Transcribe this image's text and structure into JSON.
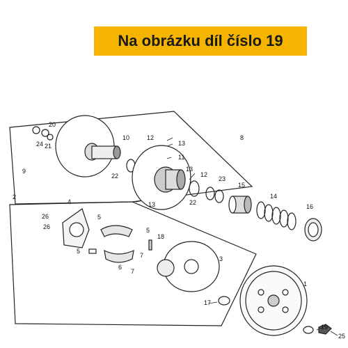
{
  "banner": {
    "text": "Na obrázku díl číslo 19",
    "background": "#f5b400"
  },
  "parts": {
    "p1": "1",
    "p2": "2",
    "p3": "3",
    "p4": "4",
    "p5a": "5",
    "p5b": "5",
    "p5c": "5",
    "p6": "6",
    "p7a": "7",
    "p7b": "7",
    "p8": "8",
    "p9": "9",
    "p10": "10",
    "p11": "11",
    "p12a": "12",
    "p12b": "12",
    "p13a": "13",
    "p13b": "13",
    "p13c": "13",
    "p14": "14",
    "p15": "15",
    "p16": "16",
    "p17": "17",
    "p18": "18",
    "p19": "19",
    "p20": "20",
    "p21": "21",
    "p22a": "22",
    "p22b": "22",
    "p23": "23",
    "p24": "24",
    "p25": "25",
    "p26a": "26",
    "p26b": "26"
  }
}
